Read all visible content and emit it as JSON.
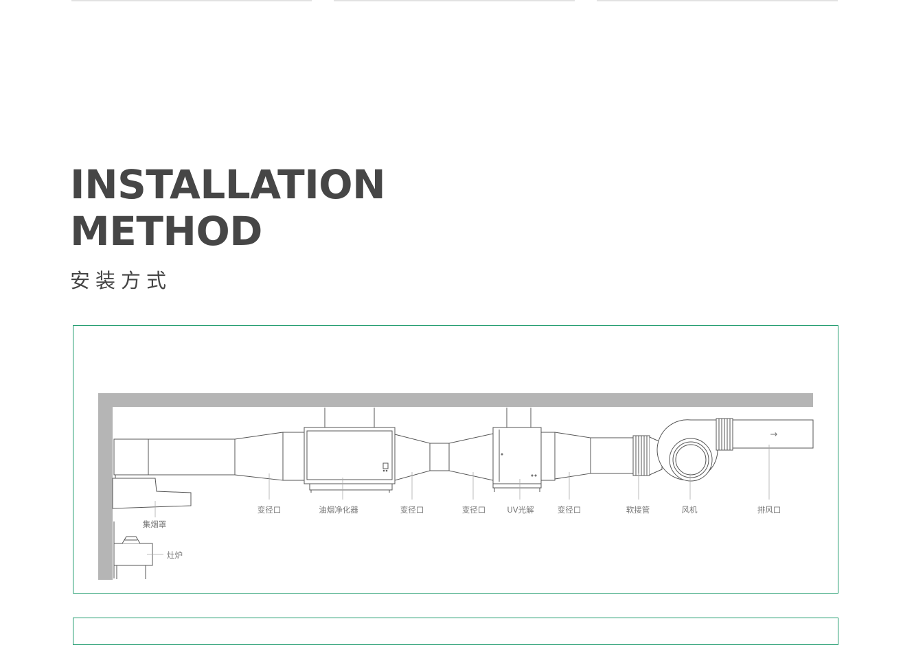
{
  "title": {
    "line1": "INSTALLATION",
    "line2": "METHOD"
  },
  "subtitle": "安装方式",
  "colors": {
    "frame": "#1d9a6c",
    "wall": "#b5b5b5",
    "title": "#464646",
    "line": "#555555"
  },
  "diagram": {
    "labels": {
      "hood": "集烟罩",
      "stove": "灶炉",
      "reducer1": "变径口",
      "purifier": "油烟净化器",
      "reducer2": "变径口",
      "reducer3": "变径口",
      "uv": "UV光解",
      "reducer4": "变径口",
      "flex": "软接管",
      "fan": "风机",
      "exhaust": "排风口"
    },
    "arrow": "→"
  }
}
